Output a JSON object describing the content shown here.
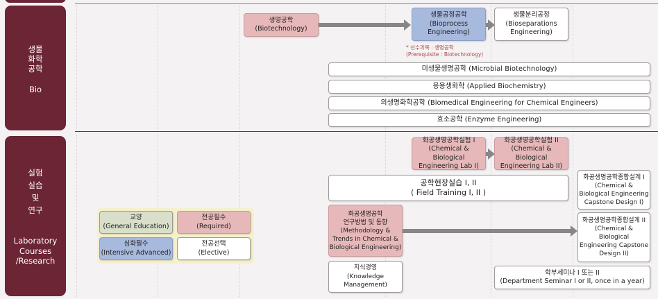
{
  "categories": [
    {
      "korean": [
        "생물",
        "화학",
        "공학"
      ],
      "english": [
        "Bio"
      ]
    },
    {
      "korean": [
        "실험",
        "실습",
        "및",
        "연구"
      ],
      "english": [
        "Laboratory",
        "Courses",
        "/Research"
      ]
    }
  ],
  "bio": {
    "biotech": {
      "ko": "생명공학",
      "en": "(Biotechnology)"
    },
    "bioprocess": {
      "ko": "생물공정공학",
      "en1": "(Bioprocess",
      "en2": "Engineering)"
    },
    "bioseparations": {
      "ko": "생물분리공정",
      "en1": "(Bioseparations",
      "en2": "Engineering)"
    },
    "prerequisite": {
      "ko": "* 선수과목 : 생명공학",
      "en": "(Prerequisite : Biotechnology)"
    },
    "wide": [
      "미생물생명공학 (Microbial Biotechnology)",
      "응용생화학 (Applied Biochemistry)",
      "의생명화학공학 (Biomedical Engineering for Chemical Engineers)",
      "효소공학 (Enzyme Engineering)"
    ]
  },
  "lab": {
    "lab1": {
      "ko": "화공생명공학실험 I",
      "en1": "(Chemical & Biological",
      "en2": "Engineering Lab I)"
    },
    "lab2": {
      "ko": "화공생명공학실험 II",
      "en1": "(Chemical & Biological",
      "en2": "Engineering Lab II)"
    },
    "field": {
      "ko": "공학현장실습 I, II",
      "en": "( Field Training I, II )"
    },
    "capstone1": {
      "ko": "화공생명공학종합설계 I",
      "l1": "(Chemical &",
      "l2": "Biological Engineering",
      "l3": "Capstone Design I)"
    },
    "capstone2": {
      "ko": "화공생명공학종합설계 II",
      "l1": "(Chemical &",
      "l2": "Biological",
      "l3": "Engineering Capstone",
      "l4": "Design II)"
    },
    "methodology": {
      "ko1": "화공생명공학",
      "ko2": "연구방법 및 동향",
      "l1": "(Methodology &",
      "l2": "Trends in Chemical &",
      "l3": "Biological Engineering)"
    },
    "knowledge": {
      "ko": "지식경영",
      "l1": "(Knowledge",
      "l2": "Management)"
    },
    "seminar": {
      "ko": "학부세미나 I 또는 II",
      "en": "(Department Seminar I or II, once in a year)"
    }
  },
  "legend": [
    {
      "ko": "교양",
      "en": "(General Education)",
      "color": "#d9dfca"
    },
    {
      "ko": "전공필수",
      "en": "(Required)",
      "color": "#e7b8b9"
    },
    {
      "ko": "심화필수",
      "en": "(Intensive Advanced)",
      "color": "#a8b9de"
    },
    {
      "ko": "전공선택",
      "en": "(Elective)",
      "color": "#ffffff"
    }
  ]
}
